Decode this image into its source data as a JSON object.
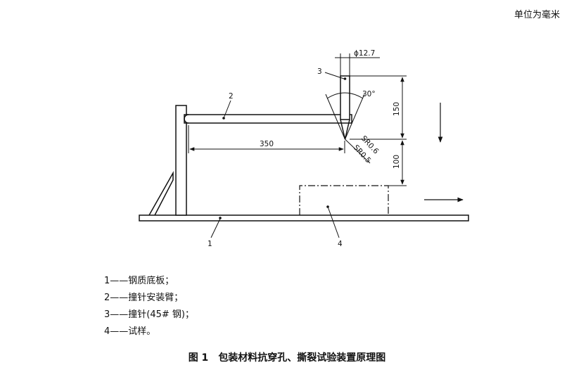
{
  "header": {
    "unit_note": "单位为毫米"
  },
  "diagram": {
    "callouts": [
      "1",
      "2",
      "3",
      "4"
    ],
    "dimensions": {
      "needle_diameter": "ϕ12.7",
      "tip_angle": "30°",
      "radius_outer": "SR0.6",
      "radius_inner": "SR0.5",
      "arm_length": "350",
      "height_upper": "150",
      "height_lower": "100"
    },
    "direction_arrows": [
      "down",
      "right"
    ]
  },
  "legend": [
    {
      "num": "1",
      "dash": "——",
      "text": "钢质底板；"
    },
    {
      "num": "2",
      "dash": "——",
      "text": "撞针安装臂；"
    },
    {
      "num": "3",
      "dash": "——",
      "text": "撞针(45# 钢)；"
    },
    {
      "num": "4",
      "dash": "——",
      "text": "试样。"
    }
  ],
  "caption": {
    "figure": "图 1",
    "title": "包装材料抗穿孔、撕裂试验装置原理图"
  }
}
